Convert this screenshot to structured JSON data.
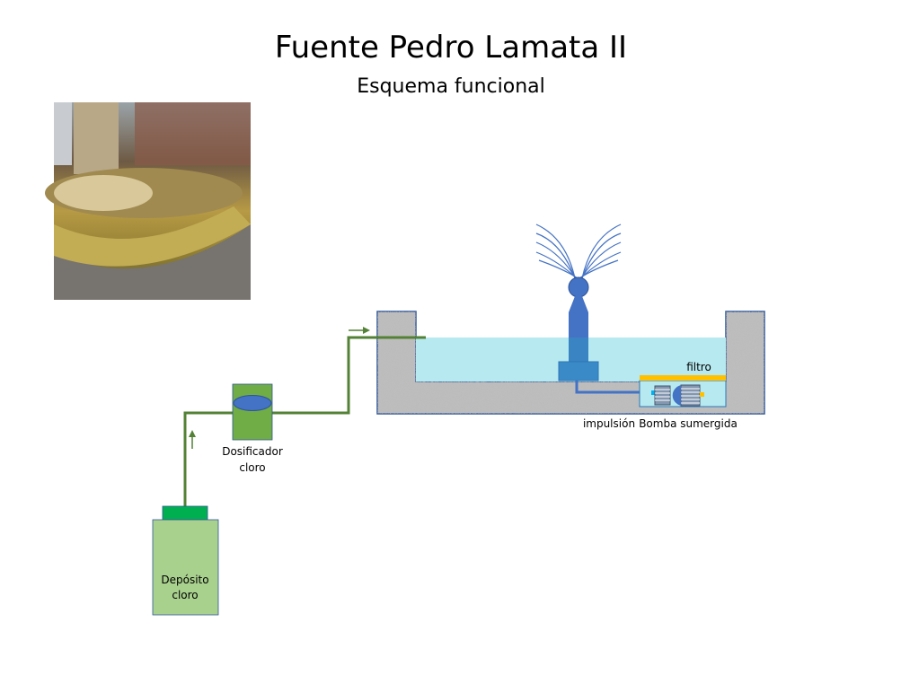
{
  "title": "Fuente Pedro Lamata II",
  "subtitle": "Esquema funcional",
  "labels": {
    "filter": "filtro",
    "impulsion": "impulsión",
    "pump": "Bomba sumergida",
    "doser_line1": "Dosificador",
    "doser_line2": "cloro",
    "tank_line1": "Depósito",
    "tank_line2": "cloro"
  },
  "colors": {
    "water": "#b7e9f0",
    "pipe_green": "#538135",
    "fountain_blue": "#4472c4",
    "tank_fill": "#a9d18e",
    "cap_green": "#00b050",
    "filter_yellow": "#ffc000"
  }
}
